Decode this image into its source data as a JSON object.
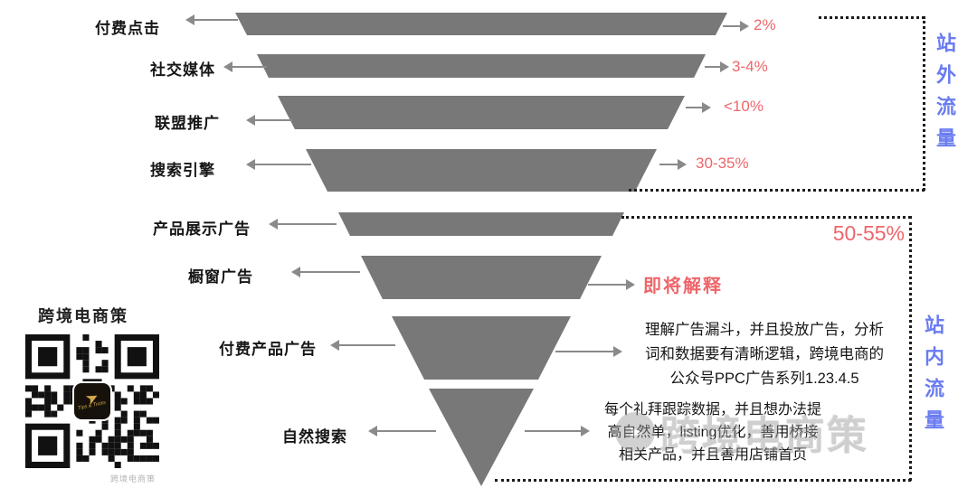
{
  "colors": {
    "bar_gray": "#787878",
    "arrow_gray": "#8a8a8a",
    "accent_red": "#ee666b",
    "accent_blue": "#6a7cf0",
    "text_dark": "#161616",
    "watermark_gray": "#969696"
  },
  "chart_data": {
    "type": "funnel",
    "orientation": "inverted-pyramid",
    "title": "",
    "categories": [
      "付费点击",
      "社交媒体",
      "联盟推广",
      "搜索引擎",
      "产品展示广告",
      "橱窗广告",
      "付费产品广告",
      "自然搜索"
    ],
    "values": [
      "2%",
      "3-4%",
      "<10%",
      "30-35%",
      "",
      "即将解释",
      "",
      ""
    ],
    "groups": [
      {
        "label": "站外流量",
        "levels": [
          "付费点击",
          "社交媒体",
          "联盟推广",
          "搜索引擎"
        ],
        "share": ""
      },
      {
        "label": "站内流量",
        "levels": [
          "产品展示广告",
          "橱窗广告",
          "付费产品广告",
          "自然搜索"
        ],
        "share": "50-55%"
      }
    ],
    "annotations": [
      {
        "target": "付费产品广告",
        "text": "理解广告漏斗，并且投放广告，分析词和数据要有清晰逻辑，跨境电商的公众号PPC广告系列1.23.4.5"
      },
      {
        "target": "自然搜索",
        "text": "每个礼拜跟踪数据，并且想办法提高自然单，listing优化，善用桥接相关产品，并且善用店铺首页"
      }
    ]
  },
  "funnel": {
    "level_labels": [
      "付费点击",
      "社交媒体",
      "联盟推广",
      "搜索引擎",
      "产品展示广告",
      "橱窗广告",
      "付费产品广告",
      "自然搜索"
    ],
    "percentages": {
      "paid_clicks": "2%",
      "social_media": "3-4%",
      "affiliate": "<10%",
      "search_engine": "30-35%"
    },
    "onsite_share": "50-55%",
    "coming_soon": "即将解释"
  },
  "side_labels": {
    "offsite": "站外流量",
    "onsite": "站内流量"
  },
  "notes": {
    "ppc": {
      "line1": "理解广告漏斗，并且投放广告，分析",
      "line2": "词和数据要有清晰逻辑，跨境电商的",
      "line3": "公众号PPC广告系列1.23.4.5"
    },
    "organic": {
      "line1": "每个礼拜跟踪数据，并且想办法提",
      "line2": "高自然单，listing优化，善用桥接",
      "line3": "相关产品，并且善用店铺首页"
    }
  },
  "branding": {
    "qr_title": "跨境电商策",
    "qr_logo_text": "Tips & Tricks",
    "qr_logo_arrow": "➤",
    "qr_micro_watermark": "跨境电商策",
    "watermark_text": "跨境电商策",
    "watermark_logo_glyph": "➤"
  }
}
